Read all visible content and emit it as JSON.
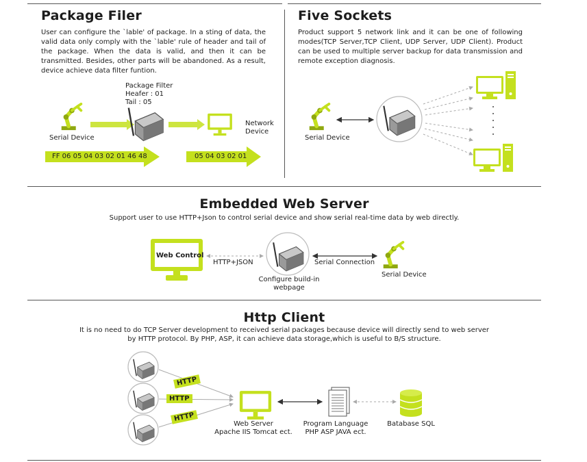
{
  "package_filter": {
    "title": "Package Filer",
    "description": "User can configure the `lable' of package. In a sting of data, the valid data only comply with the `lable' rule of header and tail of the package. When the data is valid, and then it can be transmitted. Besides, other parts will be abandoned. As a result, device achieve data filter funtion.",
    "filter_label": "Package Filter",
    "header_label": "Heafer : 01",
    "tail_label": "Tail : 05",
    "serial_device": "Serial Device",
    "network_device_1": "Network",
    "network_device_2": "Device",
    "input_data": "FF 06 05 04 03 02 01 46 48",
    "output_data": "05 04 03 02 01"
  },
  "five_sockets": {
    "title": "Five Sockets",
    "description": "Product support 5 network link and it can be one of following modes(TCP Server,TCP Client, UDP Server, UDP Client). Product can be used to multiple server backup for data transmission and remote exception diagnosis.",
    "serial_device": "Serial Device"
  },
  "web_server": {
    "title": "Embedded Web Server",
    "subtitle": "Support user to use HTTP+Json to control serial device and show serial real-time data by web directly.",
    "web_control": "Web Control",
    "http_json": "HTTP+JSON",
    "configure_1": "Configure build-in",
    "configure_2": "webpage",
    "serial_connection": "Serial Connection",
    "serial_device": "Serial Device"
  },
  "http_client": {
    "title": "Http Client",
    "desc_line1": "It is no need to do TCP Server development to received serial packages because device will directly send to web server",
    "desc_line2": "by HTTP protocol. By PHP, ASP, it can achieve data storage,which is useful to B/S structure.",
    "http_tag": "HTTP",
    "web_server_1": "Web Server",
    "web_server_2": "Apache IIS Tomcat ect.",
    "program_1": "Program Language",
    "program_2": "PHP ASP JAVA ect.",
    "database": "Batabase SQL"
  },
  "colors": {
    "accent": "#c4e01e",
    "dark": "#1d1d1d",
    "line": "#555555"
  }
}
